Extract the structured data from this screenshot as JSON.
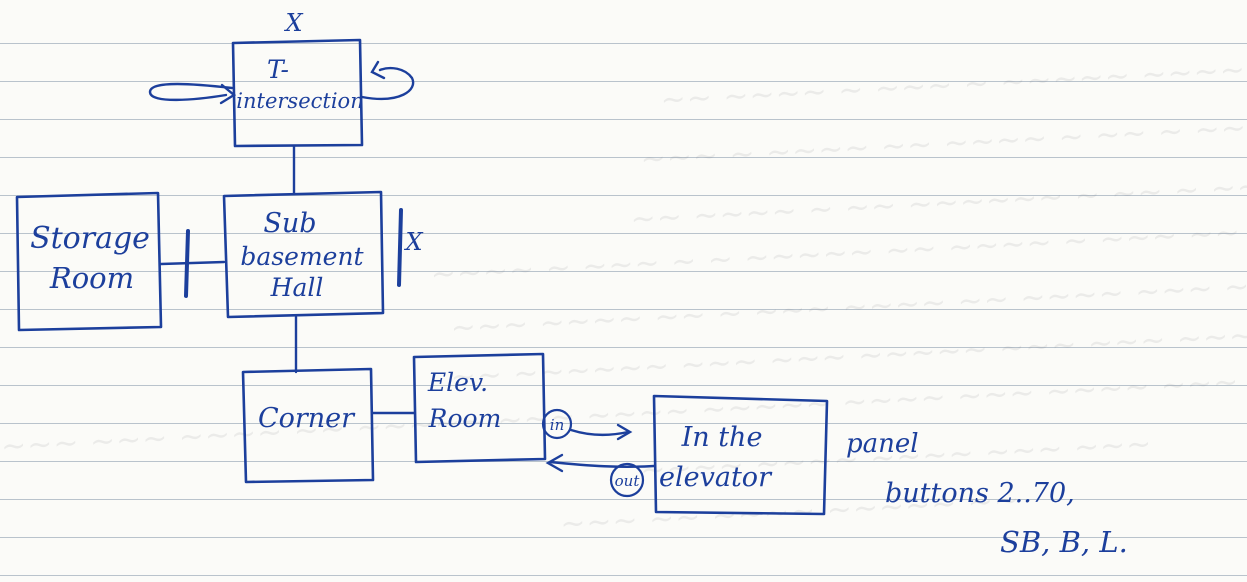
{
  "nodes": {
    "t_intersection": {
      "line1": "T-",
      "line2": "intersection",
      "blocked_mark": "X"
    },
    "storage_room": {
      "line1": "Storage",
      "line2": "Room"
    },
    "sub_basement_hall": {
      "line1": "Sub",
      "line2": "basement",
      "line3": "Hall",
      "blocked_mark": "X"
    },
    "corner": {
      "line1": "Corner"
    },
    "elev_room": {
      "line1": "Elev.",
      "line2": "Room"
    },
    "in_the_elevator": {
      "line1": "In the",
      "line2": "elevator"
    }
  },
  "connectors": {
    "in_label": "in",
    "out_label": "out"
  },
  "notes": {
    "line1": "panel",
    "line2": "buttons 2..70,",
    "line3": "SB, B, L."
  },
  "colors": {
    "ink": "#1c3f9c",
    "paper": "#fbfbf8",
    "rule": "#b9c3cc"
  }
}
